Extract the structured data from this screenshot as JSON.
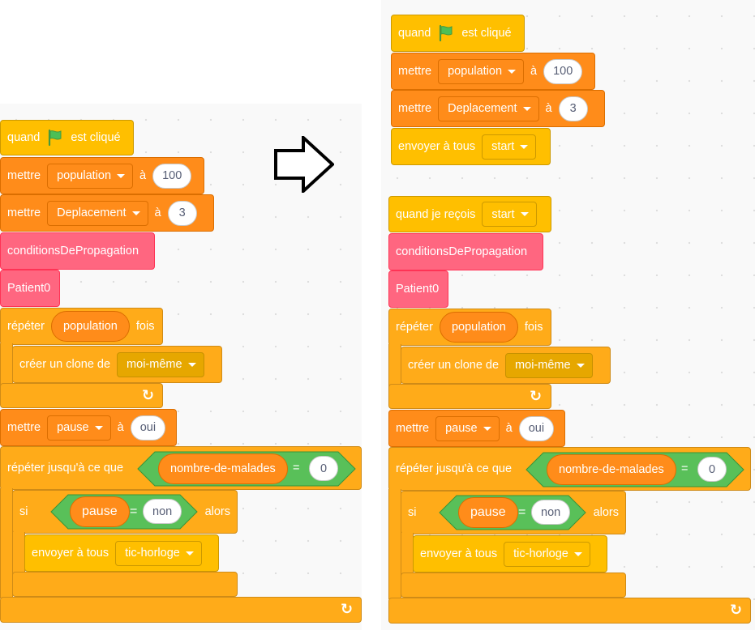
{
  "left_script": {
    "hat": {
      "when": "quand",
      "clicked": "est cliqué"
    },
    "set_population": {
      "label": "mettre",
      "var": "population",
      "to": "à",
      "value": "100"
    },
    "set_deplacement": {
      "label": "mettre",
      "var": "Deplacement",
      "to": "à",
      "value": "3"
    },
    "conditions_block": "conditionsDePropagation",
    "patient_block": "Patient0",
    "repeat": {
      "label": "répéter",
      "reporter": "population",
      "times": "fois"
    },
    "clone": {
      "label": "créer un clone de",
      "target": "moi-même"
    },
    "set_pause": {
      "label": "mettre",
      "var": "pause",
      "to": "à",
      "value": "oui"
    },
    "repeat_until": {
      "label": "répéter jusqu'à ce que",
      "reporter": "nombre-de-malades",
      "eq": "=",
      "value": "0"
    },
    "if_block": {
      "label": "si",
      "reporter": "pause",
      "eq": "=",
      "value": "non",
      "then": "alors"
    },
    "broadcast": {
      "label": "envoyer à tous",
      "message": "tic-horloge"
    }
  },
  "right_script_1": {
    "hat": {
      "when": "quand",
      "clicked": "est cliqué"
    },
    "set_population": {
      "label": "mettre",
      "var": "population",
      "to": "à",
      "value": "100"
    },
    "set_deplacement": {
      "label": "mettre",
      "var": "Deplacement",
      "to": "à",
      "value": "3"
    },
    "broadcast": {
      "label": "envoyer à tous",
      "message": "start"
    }
  },
  "right_script_2": {
    "hat": {
      "label": "quand je reçois",
      "message": "start"
    },
    "conditions_block": "conditionsDePropagation",
    "patient_block": "Patient0",
    "repeat": {
      "label": "répéter",
      "reporter": "population",
      "times": "fois"
    },
    "clone": {
      "label": "créer un clone de",
      "target": "moi-même"
    },
    "set_pause": {
      "label": "mettre",
      "var": "pause",
      "to": "à",
      "value": "oui"
    },
    "repeat_until": {
      "label": "répéter jusqu'à ce que",
      "reporter": "nombre-de-malades",
      "eq": "=",
      "value": "0"
    },
    "if_block": {
      "label": "si",
      "reporter": "pause",
      "eq": "=",
      "value": "non",
      "then": "alors"
    },
    "broadcast": {
      "label": "envoyer à tous",
      "message": "tic-horloge"
    }
  },
  "colors": {
    "events": "#ffbf00",
    "variables": "#ff8c1a",
    "my_blocks": "#ff6680",
    "control": "#ffab19",
    "operators": "#59c059"
  },
  "icons": {
    "flag": "green-flag-icon",
    "loop": "loop-arrow-icon",
    "arrow": "right-arrow-icon",
    "caret": "dropdown-caret-icon"
  }
}
